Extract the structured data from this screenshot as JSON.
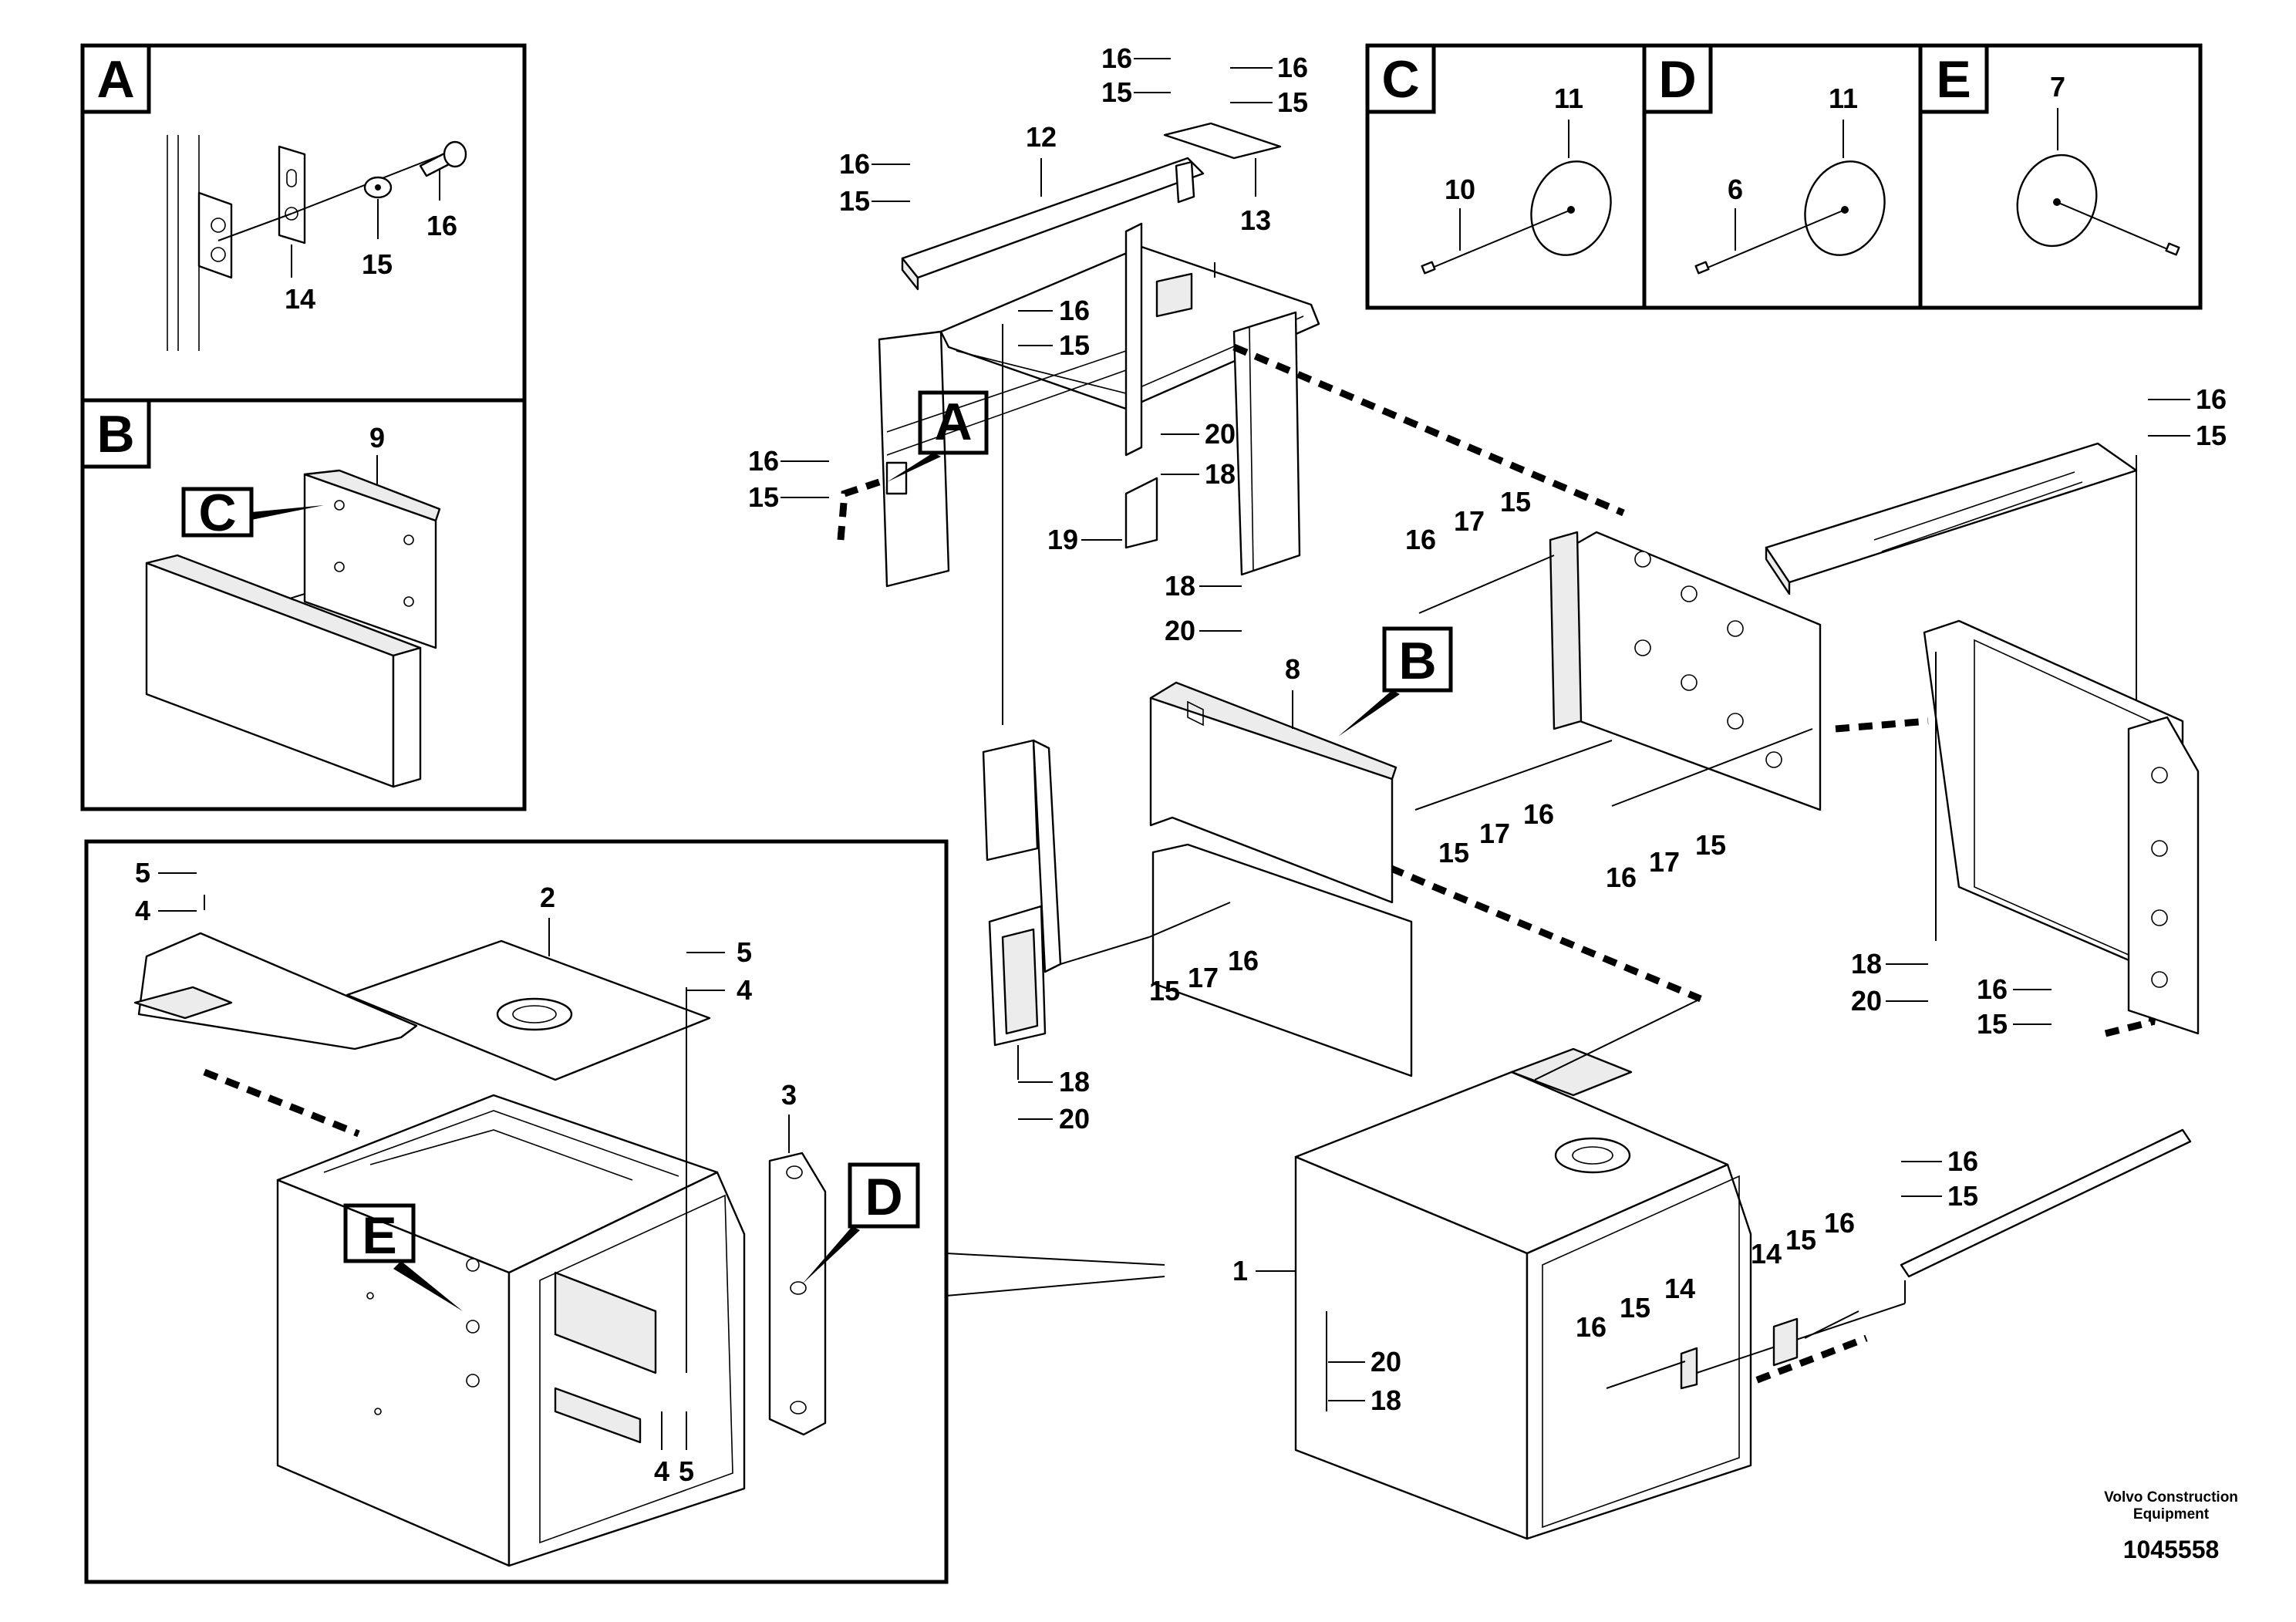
{
  "detail_views": [
    {
      "letter": "A",
      "callouts": [
        "14",
        "15",
        "16"
      ]
    },
    {
      "letter": "B",
      "callouts": [
        "9"
      ],
      "ref_letter": "C"
    },
    {
      "letter": "C",
      "callouts": [
        "11",
        "10"
      ]
    },
    {
      "letter": "D",
      "callouts": [
        "11",
        "6"
      ]
    },
    {
      "letter": "E",
      "callouts": [
        "7"
      ]
    },
    {
      "letter": "inset",
      "callouts": [
        "5",
        "4",
        "2",
        "5",
        "4",
        "3",
        "4",
        "5"
      ],
      "ref_letters": [
        "E",
        "D"
      ]
    }
  ],
  "main_callouts": [
    "16",
    "15",
    "16",
    "15",
    "12",
    "16",
    "15",
    "13",
    "16",
    "15",
    "16",
    "15",
    "20",
    "18",
    "19",
    "18",
    "20",
    "8",
    "16",
    "17",
    "15",
    "16",
    "17",
    "15",
    "16",
    "17",
    "15",
    "15",
    "17",
    "16",
    "18",
    "20",
    "16",
    "15",
    "18",
    "20",
    "16",
    "15",
    "1",
    "20",
    "18",
    "16",
    "15",
    "14",
    "14",
    "15",
    "16",
    "16",
    "15"
  ],
  "ref_letters_main": [
    "A",
    "B"
  ],
  "footer": {
    "brand_line1": "Volvo Construction",
    "brand_line2": "Equipment",
    "doc_number": "1045558"
  }
}
